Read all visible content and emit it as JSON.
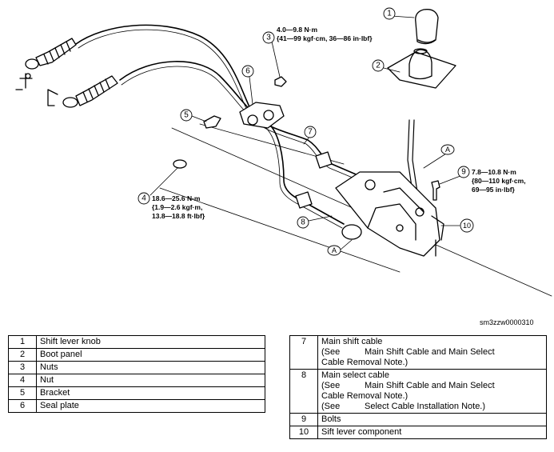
{
  "image_id": "sm3zzw0000310",
  "callouts": [
    {
      "number": "1"
    },
    {
      "number": "2"
    },
    {
      "number": "3",
      "torque": [
        "4.0—9.8 N·m",
        "{41—99 kgf·cm, 36—86 in·lbf}"
      ]
    },
    {
      "number": "4",
      "torque": [
        "18.6—25.6 N·m",
        "{1.9—2.6 kgf·m,",
        "13.8—18.8 ft·lbf}"
      ]
    },
    {
      "number": "5"
    },
    {
      "number": "6"
    },
    {
      "number": "7"
    },
    {
      "number": "8"
    },
    {
      "number": "9",
      "torque": [
        "7.8—10.8 N·m",
        "{80—110 kgf·cm,",
        "69—95 in·lbf}"
      ]
    },
    {
      "number": "10"
    }
  ],
  "ref_mark": "A",
  "legend_left": [
    {
      "number": "1",
      "lines": [
        "Shift lever knob"
      ]
    },
    {
      "number": "2",
      "lines": [
        "Boot panel"
      ]
    },
    {
      "number": "3",
      "lines": [
        "Nuts"
      ]
    },
    {
      "number": "4",
      "lines": [
        "Nut"
      ]
    },
    {
      "number": "5",
      "lines": [
        "Bracket"
      ]
    },
    {
      "number": "6",
      "lines": [
        "Seal plate"
      ]
    }
  ],
  "legend_right": [
    {
      "number": "7",
      "name": "Main shift cable",
      "notes": [
        {
          "see": "(See",
          "ref": "Main Shift Cable and Main Select",
          "cont": "Cable Removal Note.)"
        }
      ]
    },
    {
      "number": "8",
      "name": "Main select cable",
      "notes": [
        {
          "see": "(See",
          "ref": "Main Shift Cable and Main Select",
          "cont": "Cable Removal Note.)"
        },
        {
          "see": "(See",
          "ref": "Select Cable Installation Note.)",
          "cont": ""
        }
      ]
    },
    {
      "number": "9",
      "name": "Bolts",
      "notes": []
    },
    {
      "number": "10",
      "name": "Sift lever component",
      "notes": []
    }
  ]
}
